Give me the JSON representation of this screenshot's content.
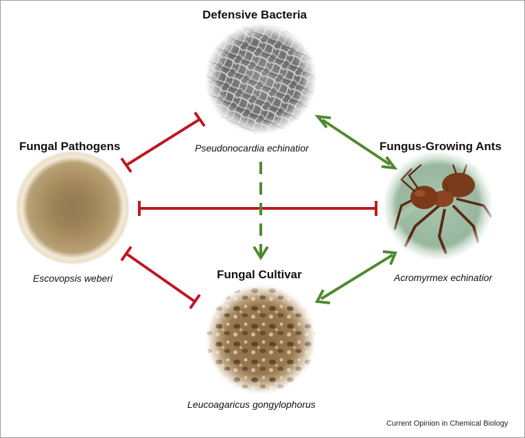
{
  "nodes": {
    "bacteria": {
      "heading": "Defensive Bacteria",
      "species": "Pseudonocardia echinatior"
    },
    "pathogens": {
      "heading": "Fungal Pathogens",
      "species": "Escovopsis weberi"
    },
    "ants": {
      "heading": "Fungus-Growing Ants",
      "species": "Acromyrmex echinatior"
    },
    "cultivar": {
      "heading": "Fungal Cultivar",
      "species": "Leucoagaricus gongylophorus"
    }
  },
  "credit": "Current Opinion in Chemical Biology",
  "colors": {
    "inhibition": "#c0161e",
    "mutualism": "#4e8a2e"
  }
}
